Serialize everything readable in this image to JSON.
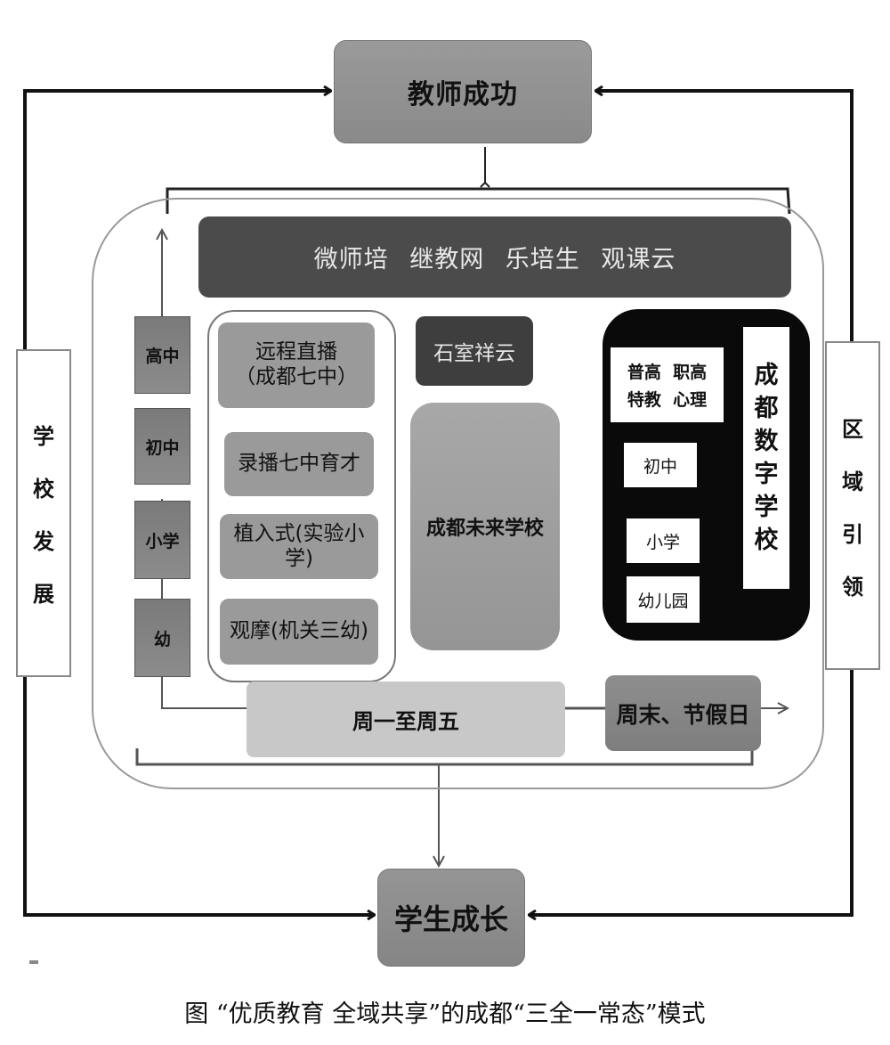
{
  "figure": {
    "caption": "图  “优质教育 全域共享”的成都“三全一常态”模式",
    "top_goal": "教师成功",
    "bottom_goal": "学生成长",
    "left_side": {
      "chars": [
        "学",
        "校",
        "发",
        "展"
      ]
    },
    "right_side": {
      "chars": [
        "区",
        "域",
        "引",
        "领"
      ]
    },
    "teacher_platforms": "微师培  继教网  乐培生  观课云",
    "school_levels": [
      "高中",
      "初中",
      "小学",
      "幼"
    ],
    "delivery_modes": [
      {
        "line1": "远程直播",
        "line2": "（成都七中）"
      },
      {
        "line1": "录播七中育才"
      },
      {
        "line1": "植入式(实验小学)"
      },
      {
        "line1": "观摩(机关三幼)"
      }
    ],
    "shishi": "石室祥云",
    "future_school": "成都未来学校",
    "digital_school": {
      "title_chars": [
        "成",
        "都",
        "数",
        "字",
        "学",
        "校"
      ],
      "top_box": {
        "row1": "普高  职高",
        "row2": "特教  心理"
      },
      "levels": [
        "初中",
        "小学",
        "幼儿园"
      ]
    },
    "time": {
      "weekday": "周一至周五",
      "weekend": "周末、节假日"
    },
    "colors": {
      "dark_band": "#4b4b4b",
      "box_gray": "#8e8e8e",
      "light_gray": "#c8c8c8",
      "digital_bg": "#0a0a0a"
    }
  }
}
